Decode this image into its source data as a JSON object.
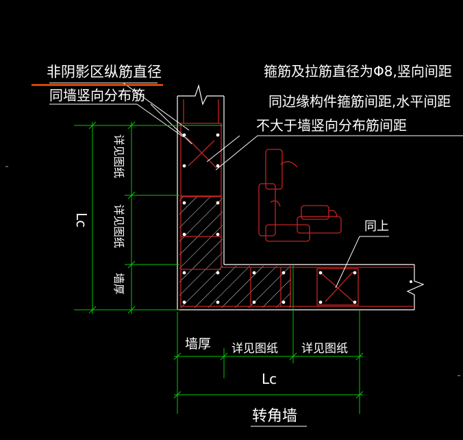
{
  "labels": {
    "non_shaded_title": "非阴影区纵筋直径",
    "same_wall_vertical": "同墙竖向分布筋",
    "stirrup_note_line1": "箍筋及拉筋直径为Φ8,竖向间距",
    "stirrup_note_line2": "同边缘构件箍筋间距,水平间距",
    "stirrup_note_line3": "不大于墙竖向分布筋间距",
    "see_drawing_top": "详见图纸",
    "see_drawing_mid": "详见图纸",
    "wall_thickness_left": "墙厚",
    "lc_left": "Lc",
    "same_as_above": "同上",
    "wall_thickness_bottom": "墙厚",
    "see_drawing_bottom_1": "详见图纸",
    "see_drawing_bottom_2": "详见图纸",
    "lc_bottom": "Lc",
    "title": "转角墙"
  },
  "colors": {
    "background": "#000000",
    "dimension": "#00cc00",
    "wall": "#ffffff",
    "rebar": "#cc2222",
    "hatch": "#ffffff",
    "underline": "#ff5500",
    "text": "#ffffff"
  }
}
